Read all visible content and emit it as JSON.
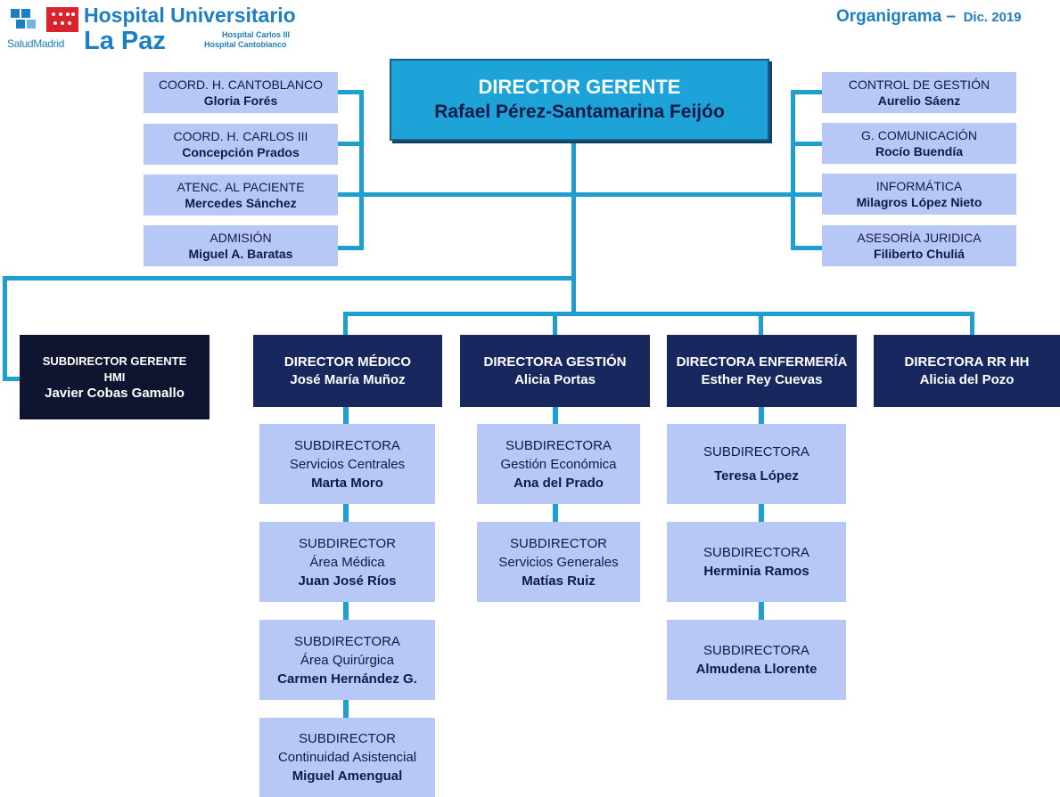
{
  "header": {
    "brand_small": "SaludMadrid",
    "hospital_line1": "Hospital Universitario",
    "hospital_line2": "La Paz",
    "sub_hospital_1": "Hospital Carlos III",
    "sub_hospital_2": "Hospital Cantoblanco",
    "org_title": "Organigrama –",
    "org_date": "Dic. 2019"
  },
  "colors": {
    "line": "#1e9fd0",
    "light_box": "#b8c8f6",
    "dark_box": "#18285e",
    "top_box": "#1ea3d8",
    "brand": "#1d7fc1"
  },
  "top": {
    "title": "DIRECTOR GERENTE",
    "name": "Rafael Pérez-Santamarina Feijóo"
  },
  "left_staff": [
    {
      "title": "COORD. H. CANTOBLANCO",
      "name": "Gloria Forés"
    },
    {
      "title": "COORD. H. CARLOS III",
      "name": "Concepción Prados"
    },
    {
      "title": "ATENC. AL PACIENTE",
      "name": "Mercedes Sánchez"
    },
    {
      "title": "ADMISIÓN",
      "name": "Miguel A. Baratas"
    }
  ],
  "right_staff": [
    {
      "title": "CONTROL DE GESTIÓN",
      "name": "Aurelio Sáenz"
    },
    {
      "title": "G. COMUNICACIÓN",
      "name": "Rocío Buendía"
    },
    {
      "title": "INFORMÁTICA",
      "name": "Milagros López Nieto"
    },
    {
      "title": "ASESORÍA JURIDICA",
      "name": "Filiberto Chuliá"
    }
  ],
  "subdirector_hmi": {
    "title_1": "SUBDIRECTOR GERENTE",
    "title_2": "HMI",
    "name": "Javier Cobas Gamallo"
  },
  "directors": [
    {
      "title": "DIRECTOR MÉDICO",
      "name": "José María Muñoz"
    },
    {
      "title": "DIRECTORA GESTIÓN",
      "name": "Alicia Portas"
    },
    {
      "title": "DIRECTORA ENFERMERÍA",
      "name": "Esther Rey Cuevas"
    },
    {
      "title": "DIRECTORA RR HH",
      "name": "Alicia del Pozo"
    }
  ],
  "medico_subs": [
    {
      "title": "SUBDIRECTORA",
      "area": "Servicios Centrales",
      "name": "Marta Moro"
    },
    {
      "title": "SUBDIRECTOR",
      "area": "Área Médica",
      "name": "Juan José Ríos"
    },
    {
      "title": "SUBDIRECTORA",
      "area": "Área Quirúrgica",
      "name": "Carmen Hernández G."
    },
    {
      "title": "SUBDIRECTOR",
      "area": "Continuidad Asistencial",
      "name": "Miguel Amengual"
    }
  ],
  "gestion_subs": [
    {
      "title": "SUBDIRECTORA",
      "area": "Gestión Económica",
      "name": "Ana del Prado"
    },
    {
      "title": "SUBDIRECTOR",
      "area": "Servicios Generales",
      "name": "Matías Ruiz"
    }
  ],
  "enfermeria_subs": [
    {
      "title": "SUBDIRECTORA",
      "name": "Teresa López"
    },
    {
      "title": "SUBDIRECTORA",
      "name": "Herminia Ramos"
    },
    {
      "title": "SUBDIRECTORA",
      "name": "Almudena Llorente"
    }
  ]
}
